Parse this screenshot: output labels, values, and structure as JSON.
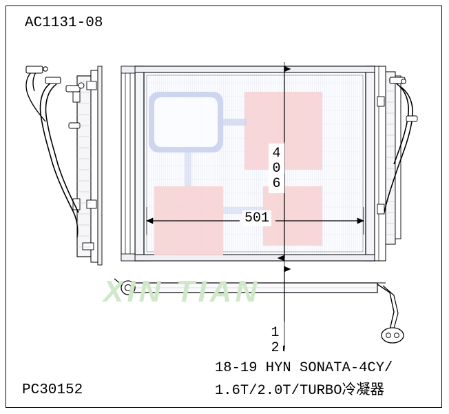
{
  "drawing": {
    "part_code": "AC1131-08",
    "doc_code": "PC30152",
    "watermark": "XIN TIAN",
    "caption_line1": "18-19 HYN SONATA-4CY/",
    "caption_line2": "1.6T/2.0T/TURBO冷凝器",
    "dimensions": {
      "width": "501",
      "height": "406",
      "depth": "12"
    },
    "colors": {
      "line": "#000000",
      "core_pink": "#f7d6d6",
      "core_blue": "#ccd4ef",
      "core_fill": "#f2f4fa",
      "watermark": "#cfe8c8"
    }
  }
}
